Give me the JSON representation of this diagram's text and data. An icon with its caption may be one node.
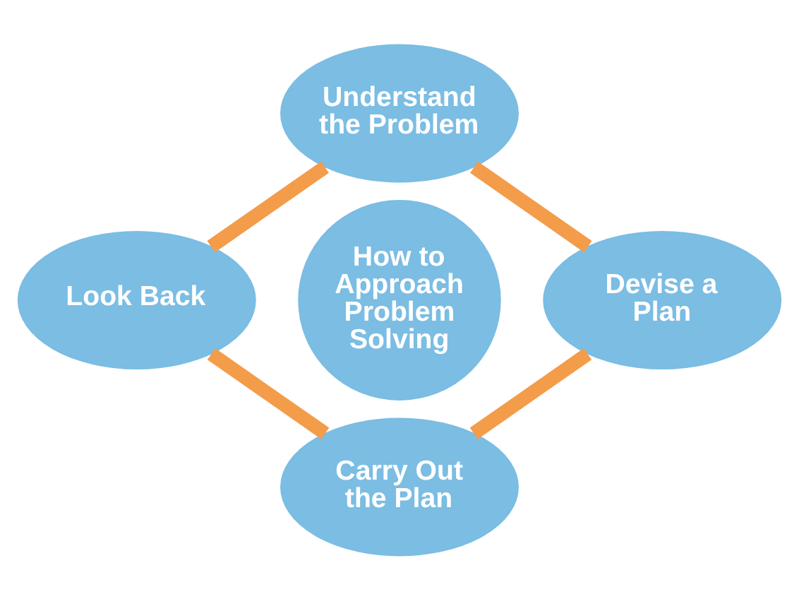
{
  "diagram": {
    "nodes": [
      {
        "text": [
          "Understand the Problem"
        ]
      },
      {
        "text": [
          "Look Back"
        ]
      },
      {
        "text": [
          "How to Approach Problem Solving"
        ]
      },
      {
        "text": [
          "Devise a Plan"
        ]
      },
      {
        "text": [
          "Carry Out the Plan"
        ]
      }
    ],
    "edges": [
      {
        "from": 0,
        "to": 3,
        "arrow": "none"
      },
      {
        "from": 3,
        "to": 4,
        "arrow": "none"
      },
      {
        "from": 4,
        "to": 1,
        "arrow": "none"
      },
      {
        "from": 1,
        "to": 0,
        "arrow": "none"
      }
    ]
  }
}
